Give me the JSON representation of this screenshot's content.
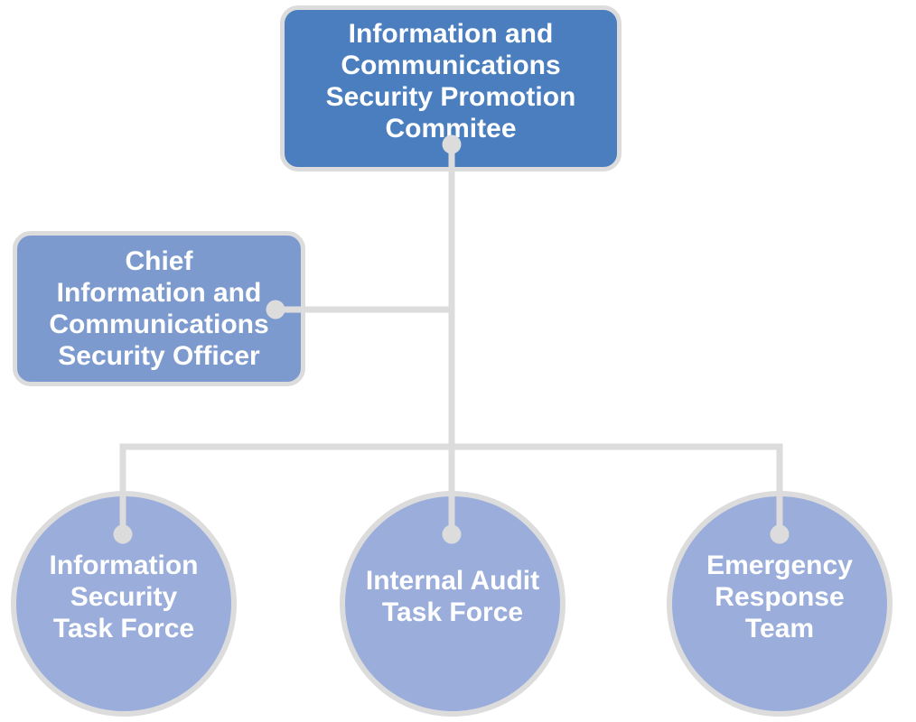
{
  "diagram": {
    "type": "org-chart",
    "nodes": {
      "committee": {
        "label": "Information and\nCommunications\nSecurity Promotion\nCommitee",
        "shape": "rounded-rectangle",
        "fill": "#4a7ebf"
      },
      "officer": {
        "label": "Chief\nInformation and\nCommunications\nSecurity Officer",
        "shape": "rounded-rectangle",
        "fill": "#7d9acf"
      },
      "infosec_taskforce": {
        "label": "Information\nSecurity\nTask Force",
        "shape": "circle",
        "fill": "#9aaddb"
      },
      "audit_taskforce": {
        "label": "Internal Audit\nTask Force",
        "shape": "circle",
        "fill": "#9aaddb"
      },
      "emergency_team": {
        "label": "Emergency\nResponse\nTeam",
        "shape": "circle",
        "fill": "#9aaddb"
      }
    },
    "edges": [
      {
        "from": "committee",
        "to": "officer"
      },
      {
        "from": "committee",
        "to": "infosec_taskforce"
      },
      {
        "from": "committee",
        "to": "audit_taskforce"
      },
      {
        "from": "committee",
        "to": "emergency_team"
      }
    ],
    "colors": {
      "connector": "#dcdcdc",
      "shape_border": "#dcdcdc",
      "text": "#ffffff",
      "background": "#ffffff"
    }
  }
}
